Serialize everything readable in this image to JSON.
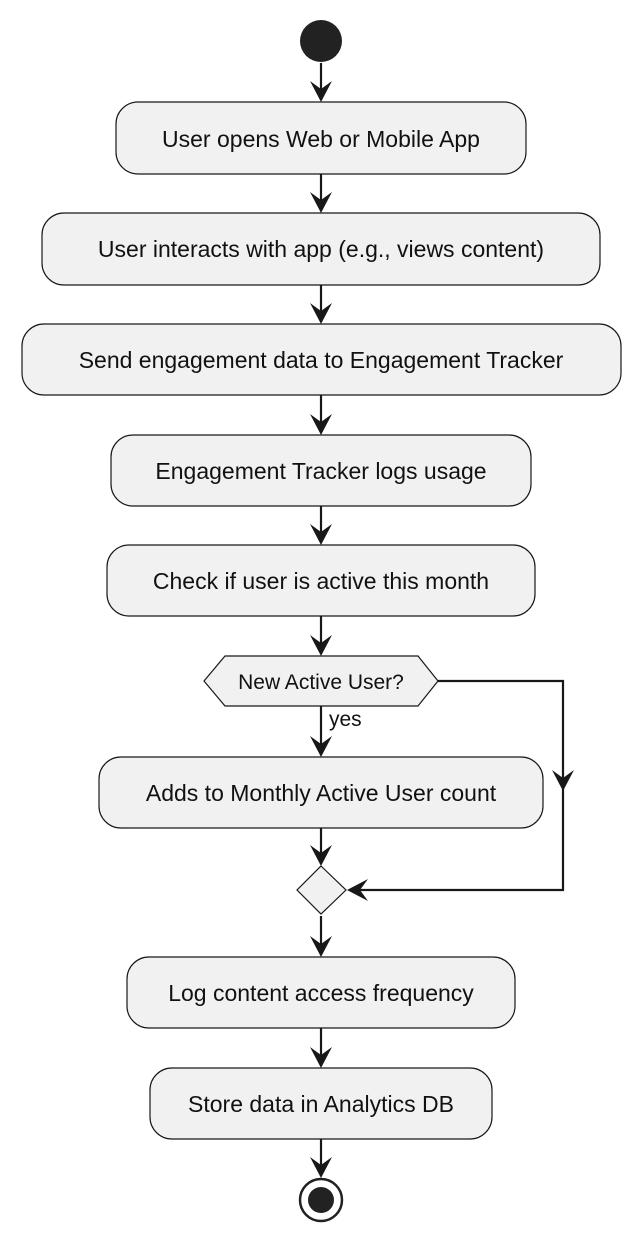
{
  "diagram": {
    "activities": [
      "User opens Web or Mobile App",
      "User interacts with app (e.g., views content)",
      "Send engagement data to Engagement Tracker",
      "Engagement Tracker logs usage",
      "Check if user is active this month",
      "Adds to Monthly Active User count",
      "Log content access frequency",
      "Store data in Analytics DB"
    ],
    "decision": {
      "label": "New Active User?",
      "yes_label": "yes"
    },
    "colors": {
      "node_fill": "#f1f1f1",
      "stroke": "#181818",
      "start_end": "#222222"
    }
  }
}
